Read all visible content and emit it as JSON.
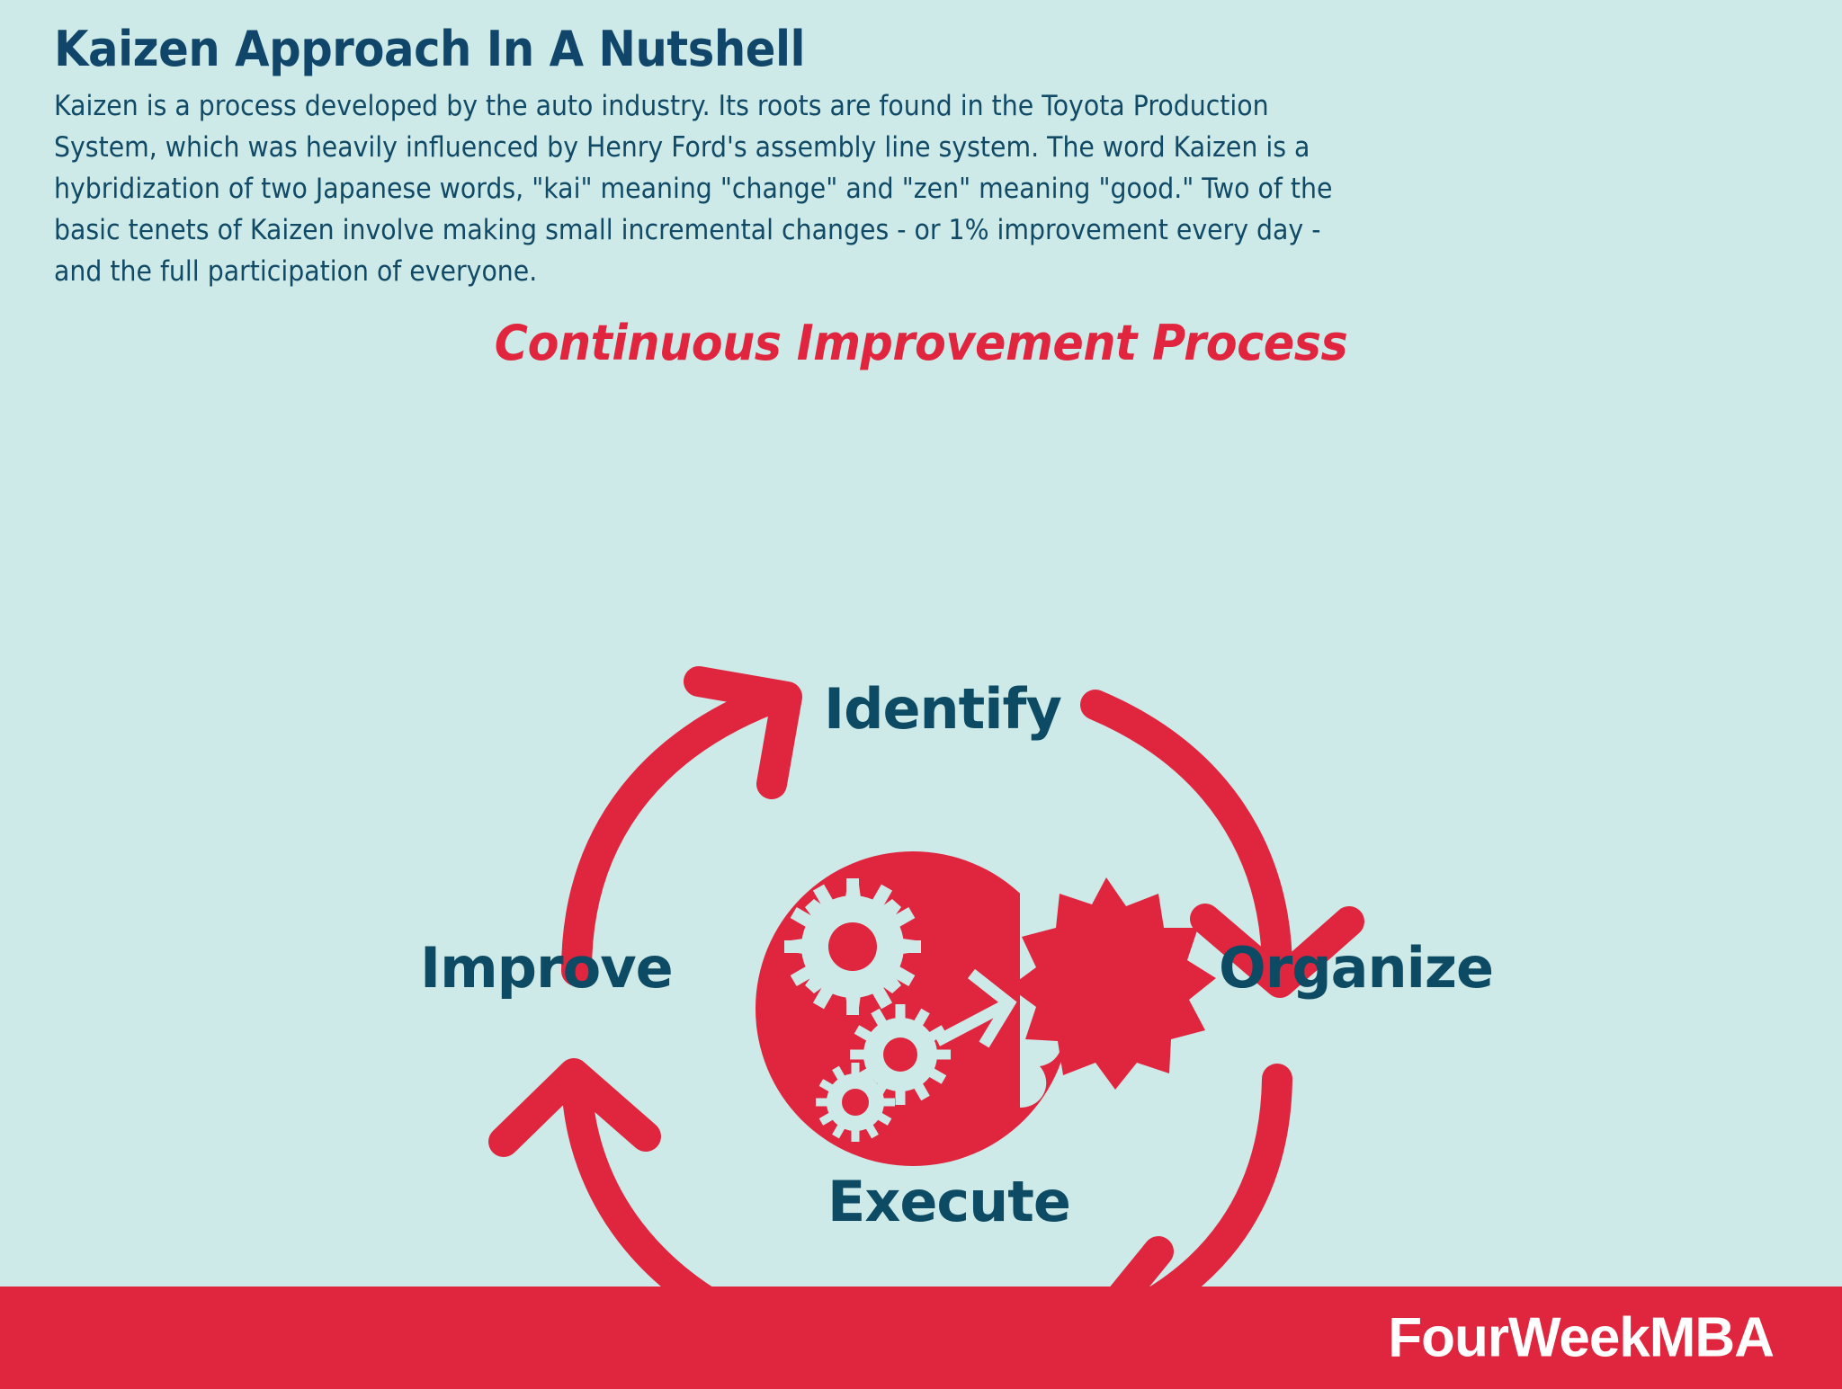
{
  "header": {
    "title": "Kaizen Approach In A Nutshell",
    "description": "Kaizen is a process developed by the auto industry. Its roots are found in the Toyota Production System, which was heavily influenced by Henry Ford's assembly line system. The word Kaizen is a hybridization of two Japanese words, \"kai\" meaning \"change\" and \"zen\" meaning \"good.\" Two of the basic tenets of Kaizen involve making small incremental changes - or 1% improvement every day - and the full participation of everyone."
  },
  "diagram": {
    "heading": "Continuous Improvement Process",
    "type": "cycle",
    "nodes": [
      {
        "label": "Identify",
        "position": "top"
      },
      {
        "label": "Organize",
        "position": "right"
      },
      {
        "label": "Execute",
        "position": "bottom"
      },
      {
        "label": "Improve",
        "position": "left"
      }
    ],
    "center_icon": "gears-burst-icon",
    "flow": "clockwise"
  },
  "footer": {
    "brand": "FourWeekMBA"
  },
  "colors": {
    "background": "#cdeae8",
    "accent_red": "#e0253f",
    "text_navy": "#0d4a63",
    "banner_text": "#ffffff"
  }
}
